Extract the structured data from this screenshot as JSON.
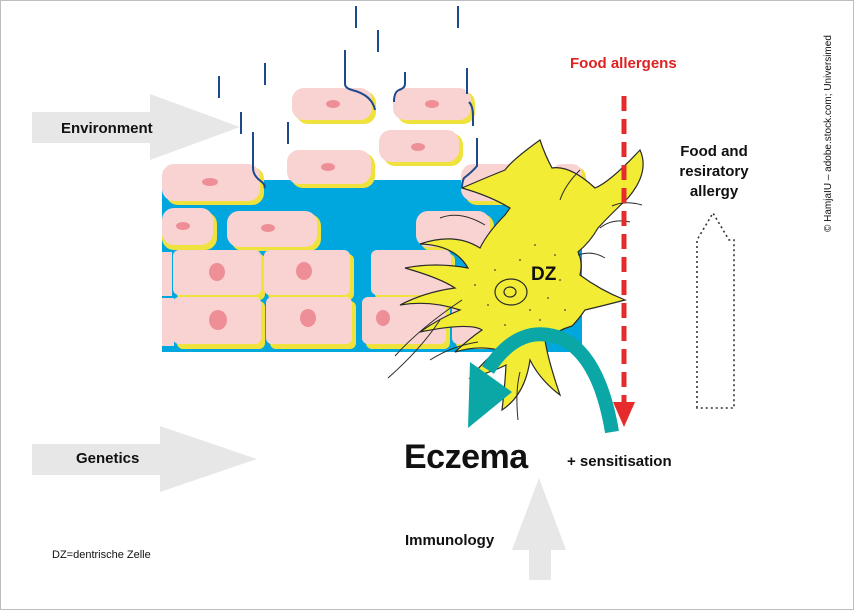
{
  "labels": {
    "environment": "Environment",
    "genetics": "Genetics",
    "food_allergens": "Food allergens",
    "food_resp_allergy": "Food and resiratory allergy",
    "eczema": "Eczema",
    "sensitisation": "+ sensitisation",
    "immunology": "Immunology",
    "dz": "DZ",
    "legend": "DZ=dentrische Zelle",
    "credit": "© HamjaIU – adobe.stock.com; Universimed"
  },
  "colors": {
    "skin_cell": "#f9d3d2",
    "cell_shadow": "#f0e23c",
    "nucleus": "#ee8f98",
    "barrier": "#00a6de",
    "dendritic_cell": "#f3ec35",
    "allergen_arrow": "#e52b2b",
    "sensitisation_arrow": "#0aa7a6",
    "input_arrow": "#e7e7e7",
    "crack_lines": "#1e4a8c"
  }
}
